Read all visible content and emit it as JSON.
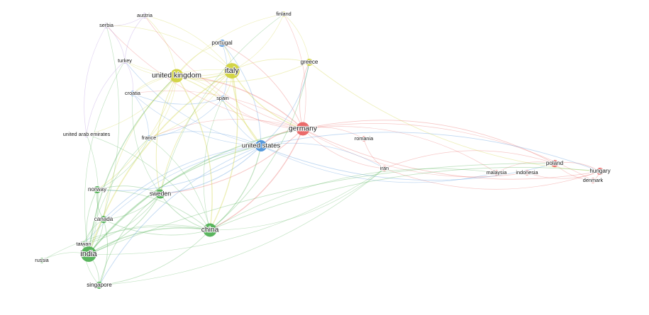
{
  "cluster_colors": {
    "red": "#e8605f",
    "green": "#4caf50",
    "blue": "#4a90d9",
    "yellow": "#cfd13a",
    "purple": "#a77fd6"
  },
  "nodes": [
    {
      "id": "germany",
      "label": "germany",
      "cluster": "red",
      "weight": 5
    },
    {
      "id": "romania",
      "label": "romania",
      "cluster": "red",
      "weight": 1
    },
    {
      "id": "iran",
      "label": "iran",
      "cluster": "red",
      "weight": 1
    },
    {
      "id": "malaysia",
      "label": "malaysia",
      "cluster": "red",
      "weight": 1
    },
    {
      "id": "indonesia",
      "label": "indonesia",
      "cluster": "red",
      "weight": 1
    },
    {
      "id": "poland",
      "label": "poland",
      "cluster": "red",
      "weight": 2
    },
    {
      "id": "hungary",
      "label": "hungary",
      "cluster": "red",
      "weight": 2
    },
    {
      "id": "denmark",
      "label": "denmark",
      "cluster": "red",
      "weight": 1
    },
    {
      "id": "united-states",
      "label": "united states",
      "cluster": "blue",
      "weight": 4
    },
    {
      "id": "portugal",
      "label": "portugal",
      "cluster": "blue",
      "weight": 2
    },
    {
      "id": "spain",
      "label": "spain",
      "cluster": "blue",
      "weight": 1
    },
    {
      "id": "croatia",
      "label": "croatia",
      "cluster": "blue",
      "weight": 1
    },
    {
      "id": "france",
      "label": "france",
      "cluster": "blue",
      "weight": 1
    },
    {
      "id": "italy",
      "label": "italy",
      "cluster": "yellow",
      "weight": 6
    },
    {
      "id": "united-kingdom",
      "label": "united kingdom",
      "cluster": "yellow",
      "weight": 5
    },
    {
      "id": "finland",
      "label": "finland",
      "cluster": "yellow",
      "weight": 1
    },
    {
      "id": "greece",
      "label": "greece",
      "cluster": "yellow",
      "weight": 2
    },
    {
      "id": "austria",
      "label": "austria",
      "cluster": "purple",
      "weight": 1
    },
    {
      "id": "serbia",
      "label": "serbia",
      "cluster": "purple",
      "weight": 1
    },
    {
      "id": "turkey",
      "label": "turkey",
      "cluster": "purple",
      "weight": 1
    },
    {
      "id": "united-arab-emirates",
      "label": "united arab emirates",
      "cluster": "purple",
      "weight": 1
    },
    {
      "id": "china",
      "label": "china",
      "cluster": "green",
      "weight": 5
    },
    {
      "id": "india",
      "label": "india",
      "cluster": "green",
      "weight": 6
    },
    {
      "id": "sweden",
      "label": "sweden",
      "cluster": "green",
      "weight": 3
    },
    {
      "id": "norway",
      "label": "norway",
      "cluster": "green",
      "weight": 2
    },
    {
      "id": "canada",
      "label": "canada",
      "cluster": "green",
      "weight": 2
    },
    {
      "id": "taiwan",
      "label": "taiwan",
      "cluster": "green",
      "weight": 1
    },
    {
      "id": "russia",
      "label": "russia",
      "cluster": "green",
      "weight": 1
    },
    {
      "id": "singapore",
      "label": "singapore",
      "cluster": "green",
      "weight": 2
    }
  ],
  "links": [
    [
      "germany",
      "romania"
    ],
    [
      "germany",
      "iran"
    ],
    [
      "germany",
      "malaysia"
    ],
    [
      "germany",
      "indonesia"
    ],
    [
      "germany",
      "poland"
    ],
    [
      "germany",
      "hungary"
    ],
    [
      "germany",
      "denmark"
    ],
    [
      "romania",
      "iran"
    ],
    [
      "iran",
      "poland"
    ],
    [
      "iran",
      "hungary"
    ],
    [
      "malaysia",
      "poland"
    ],
    [
      "indonesia",
      "hungary"
    ],
    [
      "poland",
      "hungary"
    ],
    [
      "poland",
      "denmark"
    ],
    [
      "hungary",
      "denmark"
    ],
    [
      "germany",
      "united-states"
    ],
    [
      "germany",
      "italy"
    ],
    [
      "germany",
      "united-kingdom"
    ],
    [
      "germany",
      "spain"
    ],
    [
      "germany",
      "portugal"
    ],
    [
      "germany",
      "greece"
    ],
    [
      "germany",
      "finland"
    ],
    [
      "germany",
      "serbia"
    ],
    [
      "germany",
      "croatia"
    ],
    [
      "germany",
      "china"
    ],
    [
      "germany",
      "india"
    ],
    [
      "germany",
      "sweden"
    ],
    [
      "germany",
      "france"
    ],
    [
      "united-states",
      "italy"
    ],
    [
      "united-states",
      "united-kingdom"
    ],
    [
      "united-states",
      "spain"
    ],
    [
      "united-states",
      "portugal"
    ],
    [
      "united-states",
      "croatia"
    ],
    [
      "united-states",
      "france"
    ],
    [
      "united-states",
      "china"
    ],
    [
      "united-states",
      "india"
    ],
    [
      "united-states",
      "sweden"
    ],
    [
      "united-states",
      "canada"
    ],
    [
      "united-states",
      "norway"
    ],
    [
      "united-states",
      "taiwan"
    ],
    [
      "united-states",
      "iran"
    ],
    [
      "united-states",
      "poland"
    ],
    [
      "united-states",
      "hungary"
    ],
    [
      "united-states",
      "malaysia"
    ],
    [
      "united-states",
      "turkey"
    ],
    [
      "united-states",
      "greece"
    ],
    [
      "italy",
      "united-kingdom"
    ],
    [
      "italy",
      "finland"
    ],
    [
      "italy",
      "greece"
    ],
    [
      "italy",
      "portugal"
    ],
    [
      "italy",
      "spain"
    ],
    [
      "italy",
      "croatia"
    ],
    [
      "italy",
      "turkey"
    ],
    [
      "italy",
      "serbia"
    ],
    [
      "italy",
      "china"
    ],
    [
      "italy",
      "india"
    ],
    [
      "italy",
      "france"
    ],
    [
      "italy",
      "sweden"
    ],
    [
      "united-kingdom",
      "finland"
    ],
    [
      "united-kingdom",
      "greece"
    ],
    [
      "united-kingdom",
      "spain"
    ],
    [
      "united-kingdom",
      "croatia"
    ],
    [
      "united-kingdom",
      "turkey"
    ],
    [
      "united-kingdom",
      "austria"
    ],
    [
      "united-kingdom",
      "china"
    ],
    [
      "united-kingdom",
      "india"
    ],
    [
      "united-kingdom",
      "france"
    ],
    [
      "united-kingdom",
      "sweden"
    ],
    [
      "united-kingdom",
      "norway"
    ],
    [
      "united-kingdom",
      "canada"
    ],
    [
      "finland",
      "greece"
    ],
    [
      "finland",
      "sweden"
    ],
    [
      "greece",
      "china"
    ],
    [
      "greece",
      "hungary"
    ],
    [
      "austria",
      "serbia"
    ],
    [
      "austria",
      "turkey"
    ],
    [
      "austria",
      "italy"
    ],
    [
      "austria",
      "germany"
    ],
    [
      "serbia",
      "turkey"
    ],
    [
      "serbia",
      "united-arab-emirates"
    ],
    [
      "serbia",
      "india"
    ],
    [
      "turkey",
      "united-arab-emirates"
    ],
    [
      "turkey",
      "croatia"
    ],
    [
      "turkey",
      "india"
    ],
    [
      "united-arab-emirates",
      "india"
    ],
    [
      "united-arab-emirates",
      "united-kingdom"
    ],
    [
      "united-arab-emirates",
      "china"
    ],
    [
      "croatia",
      "spain"
    ],
    [
      "croatia",
      "france"
    ],
    [
      "croatia",
      "sweden"
    ],
    [
      "spain",
      "france"
    ],
    [
      "spain",
      "china"
    ],
    [
      "portugal",
      "spain"
    ],
    [
      "portugal",
      "united-kingdom"
    ],
    [
      "france",
      "china"
    ],
    [
      "france",
      "india"
    ],
    [
      "france",
      "norway"
    ],
    [
      "china",
      "india"
    ],
    [
      "china",
      "sweden"
    ],
    [
      "china",
      "norway"
    ],
    [
      "china",
      "canada"
    ],
    [
      "china",
      "taiwan"
    ],
    [
      "china",
      "singapore"
    ],
    [
      "china",
      "russia"
    ],
    [
      "china",
      "hungary"
    ],
    [
      "china",
      "iran"
    ],
    [
      "china",
      "malaysia"
    ],
    [
      "india",
      "sweden"
    ],
    [
      "india",
      "norway"
    ],
    [
      "india",
      "canada"
    ],
    [
      "india",
      "taiwan"
    ],
    [
      "india",
      "russia"
    ],
    [
      "india",
      "singapore"
    ],
    [
      "india",
      "iran"
    ],
    [
      "india",
      "poland"
    ],
    [
      "sweden",
      "norway"
    ],
    [
      "sweden",
      "canada"
    ],
    [
      "sweden",
      "singapore"
    ],
    [
      "sweden",
      "taiwan"
    ],
    [
      "norway",
      "canada"
    ],
    [
      "norway",
      "taiwan"
    ],
    [
      "canada",
      "taiwan"
    ],
    [
      "canada",
      "singapore"
    ],
    [
      "taiwan",
      "singapore"
    ],
    [
      "singapore",
      "united-states"
    ],
    [
      "singapore",
      "iran"
    ]
  ]
}
